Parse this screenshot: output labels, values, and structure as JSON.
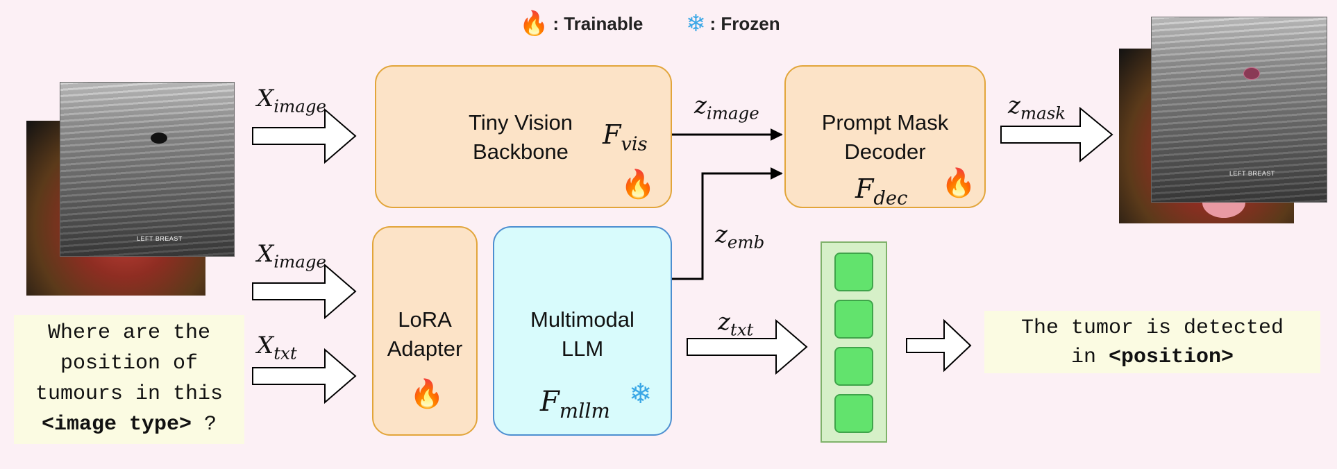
{
  "legend": {
    "trainable_label": ": Trainable",
    "frozen_label": ": Frozen"
  },
  "input_images": {
    "ultrasound_caption": "LEFT BREAST"
  },
  "output_images": {
    "ultrasound_caption": "LEFT BREAST"
  },
  "text_prompt": {
    "lines": [
      "Where are the",
      "position of",
      "tumours in this"
    ],
    "placeholder": "<image type>",
    "suffix": " ?"
  },
  "vision_backbone": {
    "label_line1": "Tiny Vision",
    "label_line2": "Backbone",
    "symbol": "F",
    "subscript": "vis",
    "status": "trainable"
  },
  "mask_decoder": {
    "label_line1": "Prompt Mask",
    "label_line2": "Decoder",
    "symbol": "F",
    "subscript": "dec",
    "status": "trainable"
  },
  "lora_adapter": {
    "label_line1": "LoRA",
    "label_line2": "Adapter",
    "status": "trainable"
  },
  "mllm": {
    "label_line1": "Multimodal",
    "label_line2": "LLM",
    "symbol": "F",
    "subscript": "mllm",
    "status": "frozen"
  },
  "flows": {
    "x_image_top": {
      "symbol": "X",
      "subscript": "image"
    },
    "x_image_bottom": {
      "symbol": "X",
      "subscript": "image"
    },
    "x_txt": {
      "symbol": "X",
      "subscript": "txt"
    },
    "z_image": {
      "symbol": "z",
      "subscript": "image"
    },
    "z_emb": {
      "symbol": "z",
      "subscript": "emb"
    },
    "z_mask": {
      "symbol": "z",
      "subscript": "mask"
    },
    "z_txt": {
      "symbol": "z",
      "subscript": "txt"
    }
  },
  "output_text": {
    "line1": "The tumor is detected",
    "line2_prefix": "in ",
    "line2_bold": "<position>"
  },
  "token_count": 4,
  "colors": {
    "background": "#fcf0f5",
    "trainable_box": "#fce3c7",
    "frozen_box": "#d8fbfc",
    "token": "#62e36d",
    "text_box": "#fbfbe2"
  },
  "icons": {
    "trainable": "fire-icon",
    "frozen": "snowflake-icon"
  }
}
